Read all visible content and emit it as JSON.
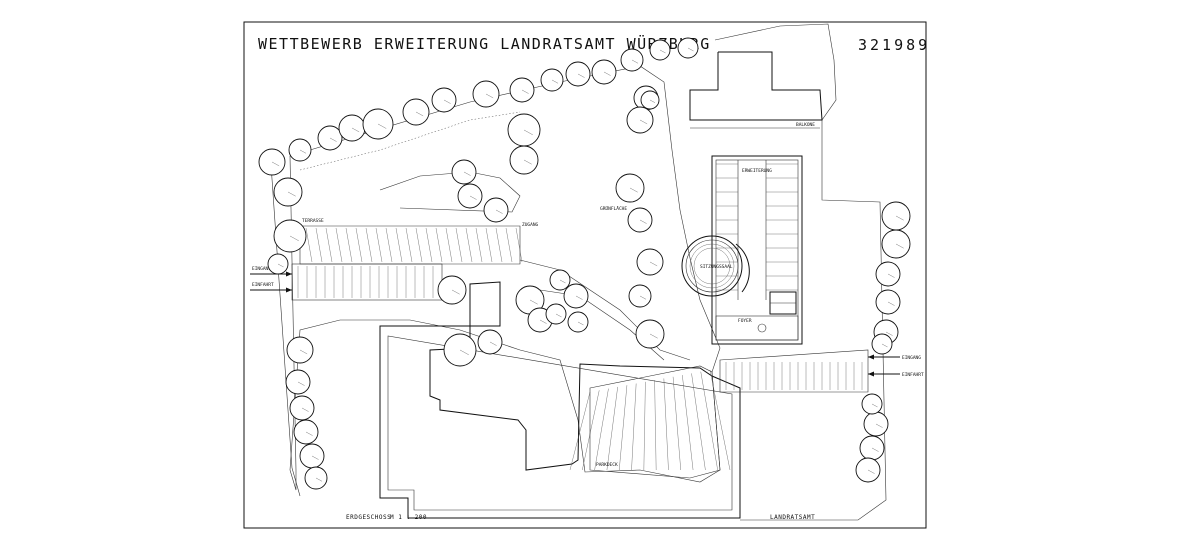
{
  "drawing": {
    "title": "WETTBEWERB ERWEITERUNG LANDRATSAMT WÜRZBURG",
    "number": "321989",
    "floor_label": "ERDGESCHOSS",
    "scale_label": "M  1 : 200",
    "building_label": "LANDRATSAMT"
  },
  "labels": {
    "eingang_left": "EINGANG",
    "einfahrt_left": "EINFAHRT",
    "eingang_right": "EINGANG",
    "einfahrt_right": "EINFAHRT",
    "balkone": "BALKONE",
    "sitzungssaal": "SITZUNGSSAAL",
    "foyer": "FOYER",
    "gruenflaeche": "GRÜNFLÄCHE",
    "parkdeck": "PARKDECK",
    "zugang": "ZUGANG",
    "terrasse": "TERRASSE",
    "erweiterung": "ERWEITERUNG"
  }
}
